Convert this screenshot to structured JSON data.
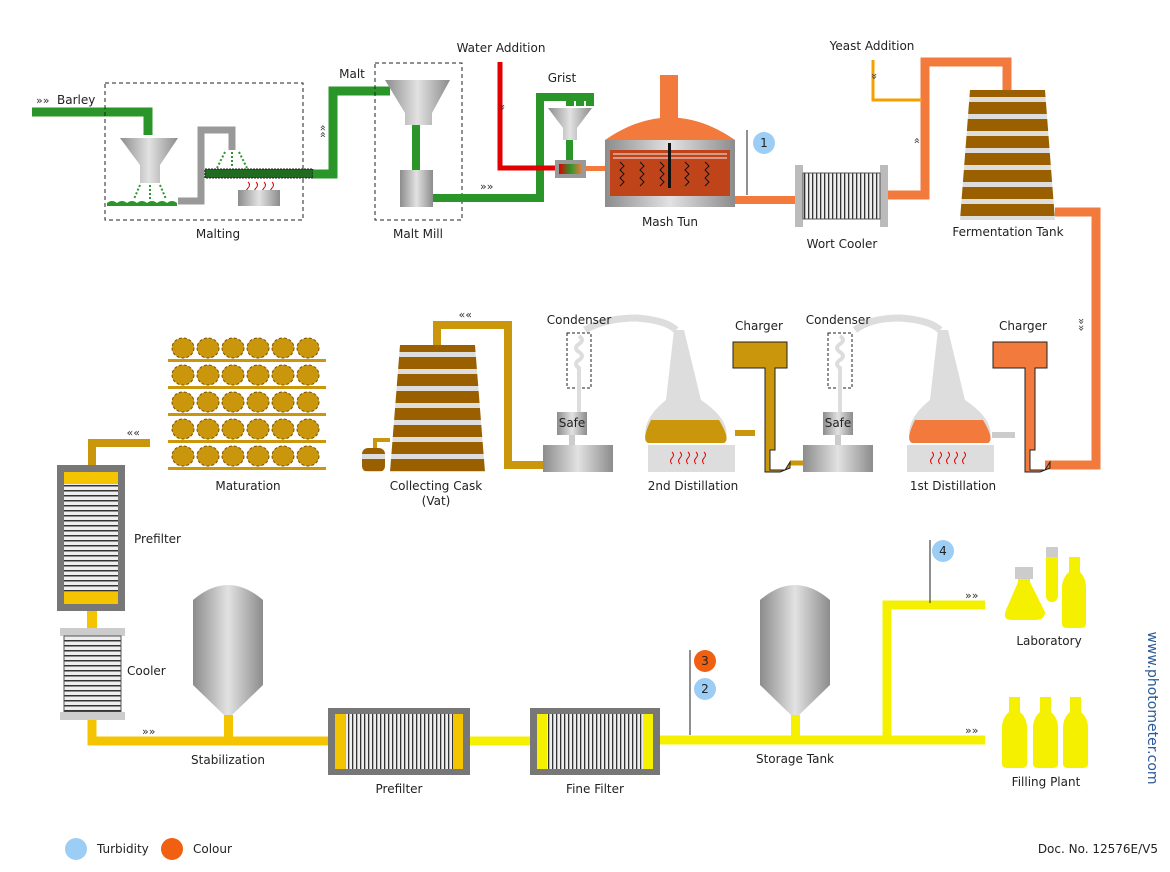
{
  "colors": {
    "malt": "#2a962a",
    "water": "#e00000",
    "wort": "#f27a3c",
    "spirit": "#c9960c",
    "whisky": "#f5c400",
    "filtered": "#f5f000",
    "wood": "#9a6000",
    "turbidity": "#9ccdf5",
    "colour": "#f06010",
    "link": "#2a5a9a"
  },
  "labels": {
    "barley": "Barley",
    "malting": "Malting",
    "malt": "Malt",
    "malt_mill": "Malt Mill",
    "water_addition": "Water Addition",
    "grist": "Grist",
    "mash_tun": "Mash Tun",
    "wort_cooler": "Wort Cooler",
    "yeast_addition": "Yeast Addition",
    "fermentation_tank": "Fermentation Tank",
    "charger_1": "Charger",
    "condenser_1": "Condenser",
    "safe_1": "Safe",
    "first_distillation": "1st Distillation",
    "charger_2": "Charger",
    "condenser_2": "Condenser",
    "safe_2": "Safe",
    "second_distillation": "2nd Distillation",
    "collecting_cask": "Collecting Cask",
    "collecting_cask_sub": "(Vat)",
    "maturation": "Maturation",
    "prefilter_vertical": "Prefilter",
    "cooler": "Cooler",
    "stabilization": "Stabilization",
    "prefilter": "Prefilter",
    "fine_filter": "Fine Filter",
    "storage_tank": "Storage Tank",
    "laboratory": "Laboratory",
    "filling_plant": "Filling Plant"
  },
  "measuring_points": [
    {
      "number": "1",
      "type": "turbidity"
    },
    {
      "number": "2",
      "type": "turbidity"
    },
    {
      "number": "3",
      "type": "colour"
    },
    {
      "number": "4",
      "type": "turbidity"
    }
  ],
  "legend": [
    {
      "label": "Turbidity",
      "color": "#9ccdf5"
    },
    {
      "label": "Colour",
      "color": "#f06010"
    }
  ],
  "website": "www.photometer.com",
  "doc_number": "Doc. No. 12576E/V5"
}
